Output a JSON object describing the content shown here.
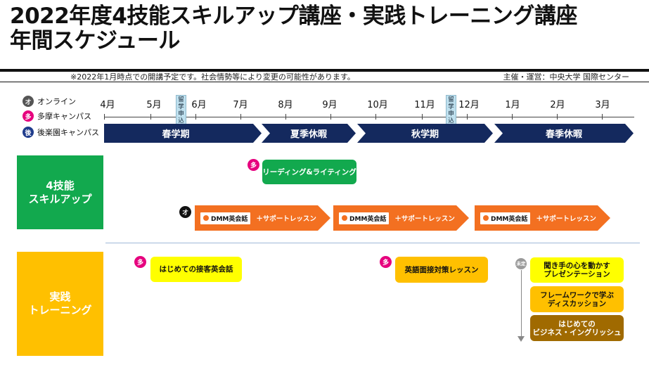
{
  "header": {
    "title_line1": "2022年度4技能スキルアップ講座・実践トレーニング講座",
    "title_line2": "年間スケジュール",
    "note": "※2022年1月時点での開講予定です。社会情勢等により変更の可能性があります。",
    "organizer": "主催・運営：中央大学 国際センター"
  },
  "legend": [
    {
      "mark": "オ",
      "label": "オンライン",
      "color": "#555555"
    },
    {
      "mark": "多",
      "label": "多摩キャンパス",
      "color": "#e6007e"
    },
    {
      "mark": "後",
      "label": "後楽園キャンパス",
      "color": "#1f3c8c"
    }
  ],
  "timeline": {
    "months": [
      "4月",
      "5月",
      "6月",
      "7月",
      "8月",
      "9月",
      "10月",
      "11月",
      "12月",
      "1月",
      "2月",
      "3月"
    ],
    "deadline_label": "留学申込締切",
    "periods": [
      "春学期",
      "夏季休暇",
      "秋学期",
      "春季休暇"
    ]
  },
  "categories": {
    "four_skills": "4技能\nスキルアップ",
    "practical": "実践\nトレーニング"
  },
  "four_skills": {
    "reading_writing": {
      "mark": "多",
      "label": "リーディング&ライティング"
    },
    "online_mark": "オ",
    "dmm_logo": "DMM英会話",
    "support_label": "＋サポートレッスン"
  },
  "practical": {
    "hospitality": {
      "mark": "多",
      "label": "はじめての接客英会話"
    },
    "interview": {
      "mark": "多",
      "label": "英語面接対策レッスン"
    },
    "tbd_mark": "未定",
    "tbd_courses": [
      "聞き手の心を動かす\nプレゼンテーション",
      "フレームワークで学ぶ\nディスカッション",
      "はじめての\nビジネス・イングリッシュ"
    ]
  },
  "colors": {
    "navy": "#14295e",
    "green": "#12a94e",
    "yellow": "#ffc000",
    "orange": "#f37021",
    "brown": "#a06a00",
    "magenta": "#e6007e"
  }
}
